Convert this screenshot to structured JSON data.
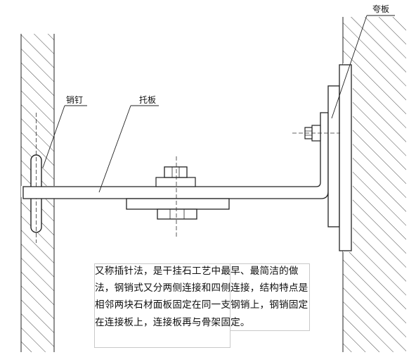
{
  "labels": {
    "pin": "销钉",
    "support_plate": "托板",
    "wall_plate": "夸板"
  },
  "description": "又称插针法，是干挂石工艺中最早、最简洁的做法，钢销式又分两侧连接和四侧连接，结构特点是相邻两块石材面板固定在同一支钢销上，钢销固定在连接板上，连接板再与骨架固定。"
}
